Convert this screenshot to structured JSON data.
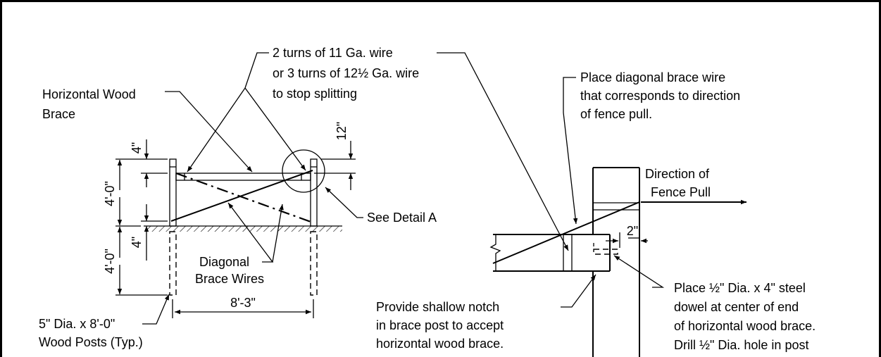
{
  "labels": {
    "wire_turns_line1": "2 turns of 11 Ga. wire",
    "wire_turns_line2": "or 3 turns of 12½ Ga. wire",
    "wire_turns_line3": "to stop splitting",
    "horizontal_brace_line1": "Horizontal Wood",
    "horizontal_brace_line2": "Brace",
    "place_diagonal_line1": "Place diagonal brace wire",
    "place_diagonal_line2": "that corresponds to direction",
    "place_diagonal_line3": "of fence pull.",
    "direction_line1": "Direction of",
    "direction_line2": "Fence Pull",
    "see_detail": "See Detail A",
    "diagonal_wires_line1": "Diagonal",
    "diagonal_wires_line2": "Brace Wires",
    "posts_line1": "5\" Dia. x 8'-0\"",
    "posts_line2": "Wood Posts (Typ.)",
    "notch_line1": "Provide shallow notch",
    "notch_line2": "in brace post to accept",
    "notch_line3": "horizontal wood brace.",
    "dowel_line1": "Place ½\" Dia. x 4\" steel",
    "dowel_line2": "dowel at center of end",
    "dowel_line3": "of horizontal wood brace.",
    "dowel_line4": "Drill ½\" Dia. hole in post"
  },
  "dimensions": {
    "top_offset": "4\"",
    "above_ground": "4'-0\"",
    "below_ground": "4'-0\"",
    "ground_offset": "4\"",
    "detail_offset": "12\"",
    "post_spacing": "8'-3\"",
    "dowel_depth": "2\""
  }
}
